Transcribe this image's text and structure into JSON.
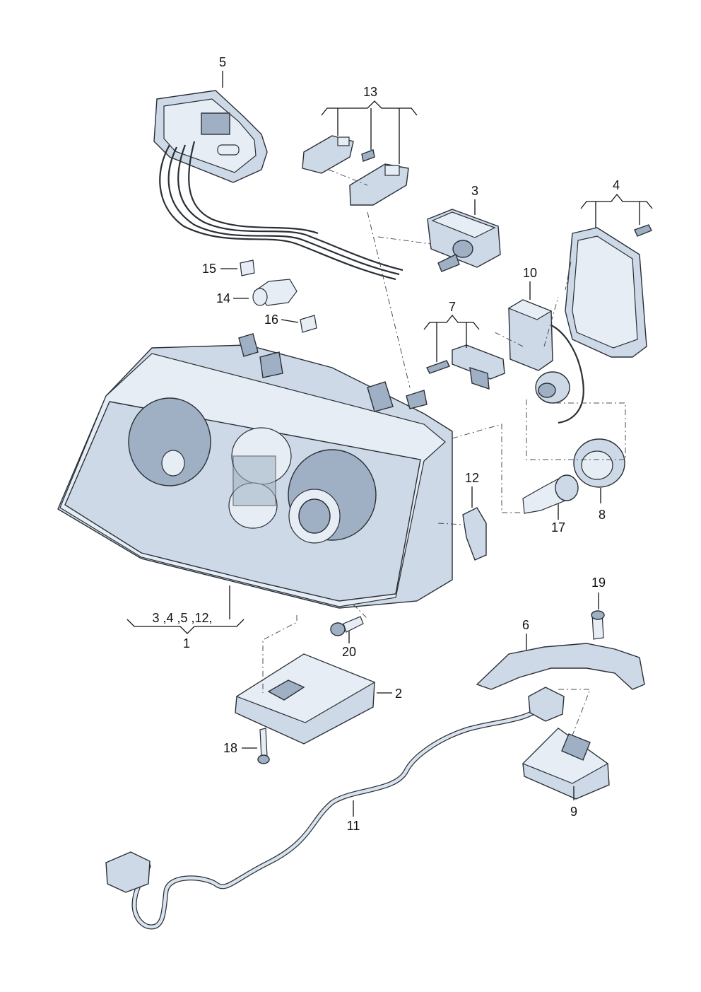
{
  "labels": {
    "l1": "1",
    "l2": "2",
    "l3": "3",
    "l4": "4",
    "l5": "5",
    "l6": "6",
    "l7": "7",
    "l8": "8",
    "l9": "9",
    "l10": "10",
    "l11": "11",
    "l12": "12",
    "l13": "13",
    "l14": "14",
    "l15": "15",
    "l16": "16",
    "l17": "17",
    "l18": "18",
    "l19": "19",
    "l20": "20",
    "group1": "3 ,4 ,5 ,12,"
  }
}
